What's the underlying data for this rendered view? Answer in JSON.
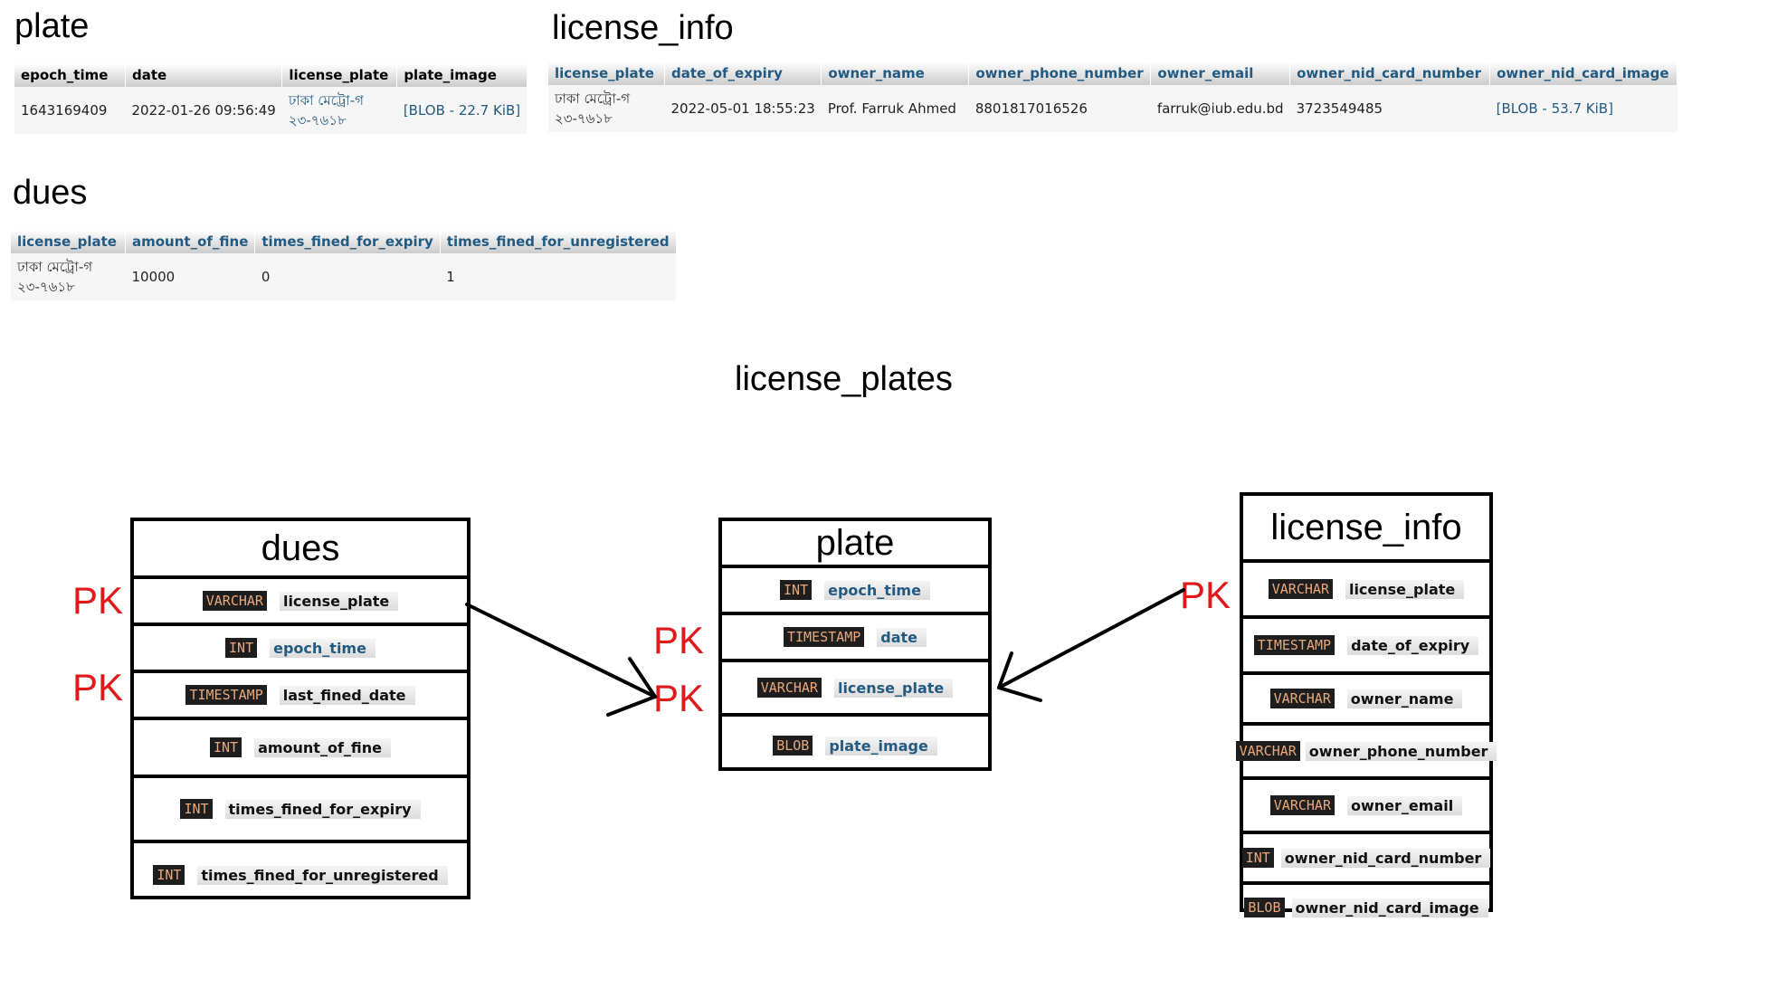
{
  "titles": {
    "plate": "plate",
    "license_info": "license_info",
    "dues": "dues",
    "diagram": "license_plates"
  },
  "plate_table": {
    "headers": [
      "epoch_time",
      "date",
      "license_plate",
      "plate_image"
    ],
    "row": {
      "epoch_time": "1643169409",
      "date": "2022-01-26 09:56:49",
      "license_plate_1": "ঢাকা মেট্রো-গ",
      "license_plate_2": "২৩-৭৬১৮",
      "plate_image": "[BLOB - 22.7 KiB]"
    }
  },
  "license_info_table": {
    "headers": [
      "license_plate",
      "date_of_expiry",
      "owner_name",
      "owner_phone_number",
      "owner_email",
      "owner_nid_card_number",
      "owner_nid_card_image"
    ],
    "row": {
      "license_plate_1": "ঢাকা মেট্রো-গ",
      "license_plate_2": "২৩-৭৬১৮",
      "date_of_expiry": "2022-05-01 18:55:23",
      "owner_name": "Prof. Farruk Ahmed",
      "owner_phone_number": "8801817016526",
      "owner_email": "farruk@iub.edu.bd",
      "owner_nid_card_number": "3723549485",
      "owner_nid_card_image": "[BLOB - 53.7 KiB]"
    }
  },
  "dues_table": {
    "headers": [
      "license_plate",
      "amount_of_fine",
      "times_fined_for_expiry",
      "times_fined_for_unregistered"
    ],
    "row": {
      "license_plate_1": "ঢাকা মেট্রো-গ",
      "license_plate_2": "২৩-৭৬১৮",
      "amount_of_fine": "10000",
      "times_fined_for_expiry": "0",
      "times_fined_for_unregistered": "1"
    }
  },
  "diagram": {
    "pk_label": "PK",
    "dues_box": {
      "title": "dues",
      "fields": [
        {
          "type": "VARCHAR",
          "name": "license_plate"
        },
        {
          "type": "INT",
          "name": "epoch_time"
        },
        {
          "type": "TIMESTAMP",
          "name": "last_fined_date"
        },
        {
          "type": "INT",
          "name": "amount_of_fine"
        },
        {
          "type": "INT",
          "name": "times_fined_for_expiry"
        },
        {
          "type": "INT",
          "name": "times_fined_for_unregistered"
        }
      ]
    },
    "plate_box": {
      "title": "plate",
      "fields": [
        {
          "type": "INT",
          "name": "epoch_time"
        },
        {
          "type": "TIMESTAMP",
          "name": "date"
        },
        {
          "type": "VARCHAR",
          "name": "license_plate"
        },
        {
          "type": "BLOB",
          "name": "plate_image"
        }
      ]
    },
    "license_info_box": {
      "title": "license_info",
      "fields": [
        {
          "type": "VARCHAR",
          "name": "license_plate"
        },
        {
          "type": "TIMESTAMP",
          "name": "date_of_expiry"
        },
        {
          "type": "VARCHAR",
          "name": "owner_name"
        },
        {
          "type": "VARCHAR",
          "name": "owner_phone_number"
        },
        {
          "type": "VARCHAR",
          "name": "owner_email"
        },
        {
          "type": "INT",
          "name": "owner_nid_card_number"
        },
        {
          "type": "BLOB",
          "name": "owner_nid_card_image"
        }
      ]
    }
  }
}
